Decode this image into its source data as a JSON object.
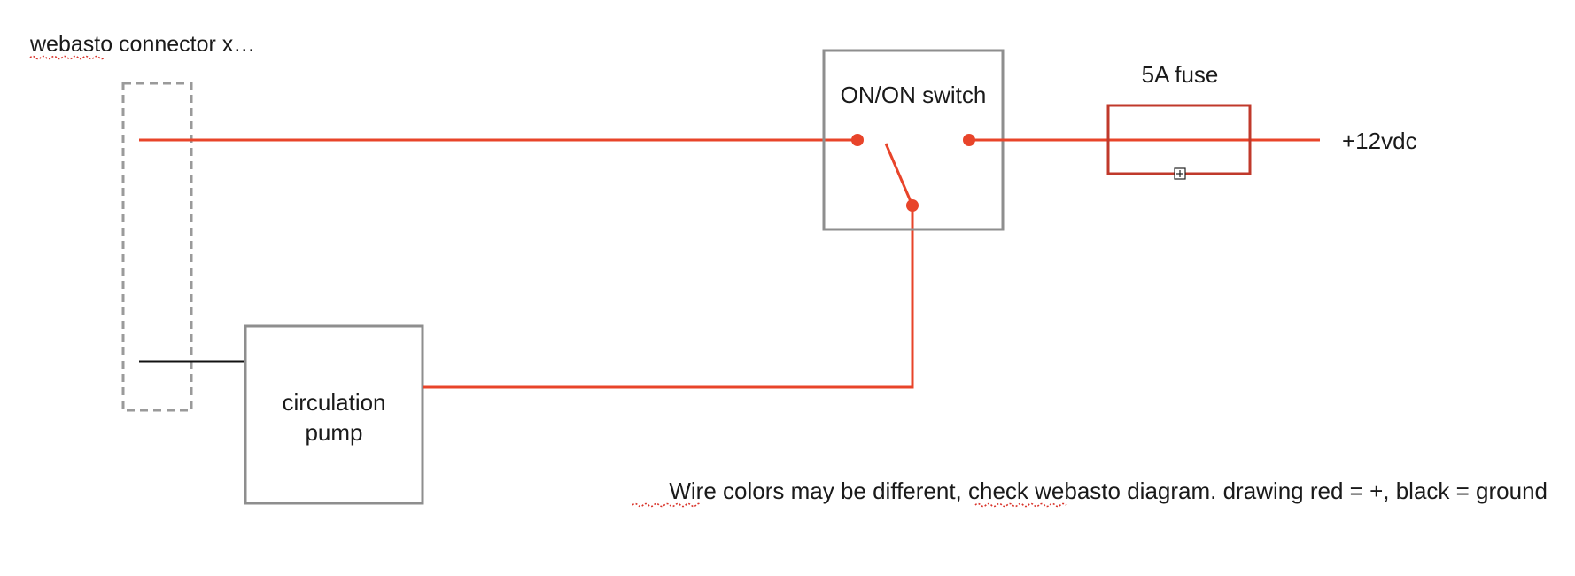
{
  "labels": {
    "connector": "webasto connector x…",
    "switch": "ON/ON switch",
    "fuse": "5A fuse",
    "supply": "+12vdc",
    "pump_line1": "circulation",
    "pump_line2": "pump",
    "note": "Wire colors may be different, check webasto diagram. drawing red = +, black = ground"
  },
  "colors": {
    "positive_wire": "#e8442a",
    "ground_wire": "#111111",
    "box_border": "#8e8e8e",
    "fuse_border": "#c0392b",
    "spellcheck_underline": "#d9342b"
  },
  "icons": {
    "fuse_handle": "move-handle-icon"
  }
}
